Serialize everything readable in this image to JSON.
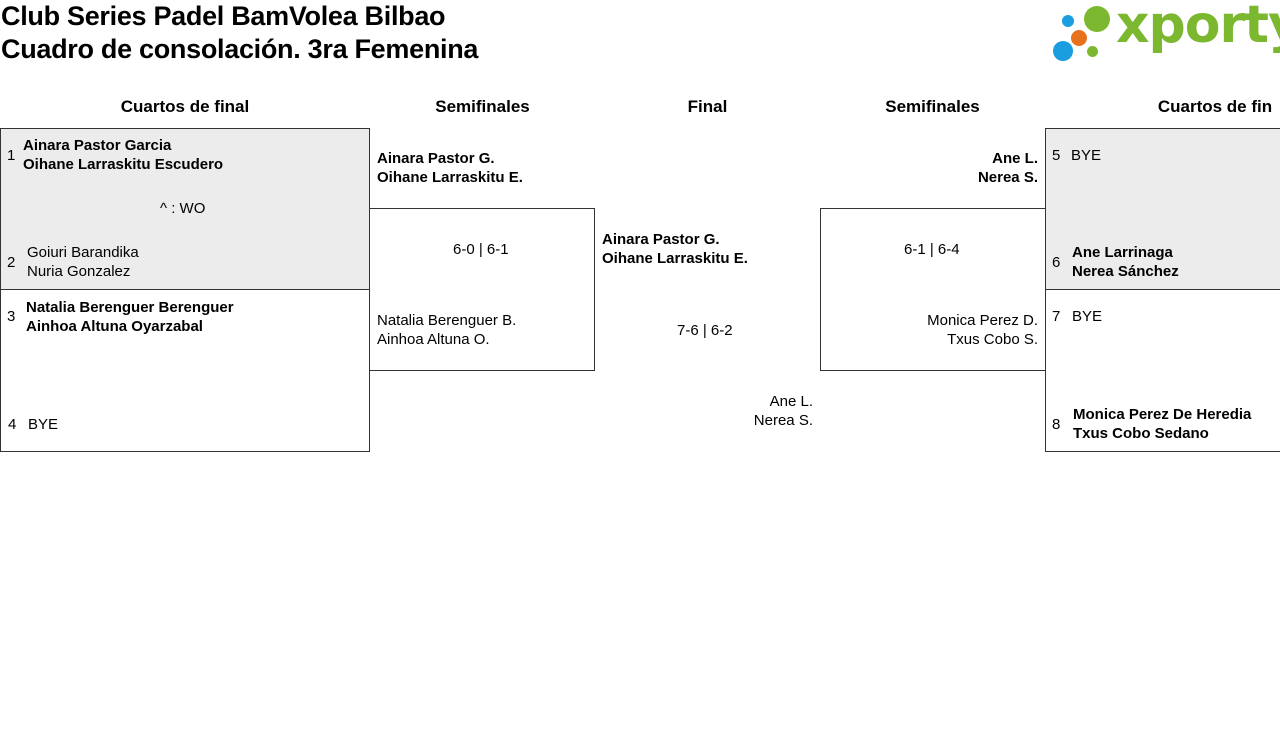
{
  "title": {
    "line1": "Club Series Padel BamVolea Bilbao",
    "line2": "Cuadro de consolación. 3ra Femenina"
  },
  "logo": {
    "text": "xporty",
    "colors": {
      "blue": "#1a9ee0",
      "orange": "#e8711c",
      "green": "#7cb82f"
    }
  },
  "headers": {
    "qf_left": "Cuartos de final",
    "sf_left": "Semifinales",
    "final": "Final",
    "sf_right": "Semifinales",
    "qf_right": "Cuartos de fin"
  },
  "left_qf": {
    "match1": {
      "seed_a": "1",
      "a1": "Ainara Pastor Garcia",
      "a2": "Oihane Larraskitu Escudero",
      "note": "^ : WO",
      "seed_b": "2",
      "b1": "Goiuri Barandika",
      "b2": "Nuria Gonzalez"
    },
    "match2": {
      "seed_a": "3",
      "a1": "Natalia Berenguer Berenguer",
      "a2": "Ainhoa Altuna Oyarzabal",
      "seed_b": "4",
      "b1": "BYE"
    }
  },
  "left_sf": {
    "top1": "Ainara Pastor G.",
    "top2": "Oihane Larraskitu E.",
    "score": "6-0 | 6-1",
    "bot1": "Natalia Berenguer B.",
    "bot2": "Ainhoa Altuna O."
  },
  "final": {
    "top1": "Ainara Pastor G.",
    "top2": "Oihane Larraskitu E.",
    "score": "7-6 | 6-2",
    "bot1": "Ane L.",
    "bot2": "Nerea S."
  },
  "right_sf": {
    "top1": "Ane L.",
    "top2": "Nerea S.",
    "score": "6-1 | 6-4",
    "bot1": "Monica Perez D.",
    "bot2": "Txus Cobo S."
  },
  "right_qf": {
    "match1": {
      "seed_a": "5",
      "a1": "BYE",
      "seed_b": "6",
      "b1": "Ane Larrinaga",
      "b2": "Nerea Sánchez"
    },
    "match2": {
      "seed_a": "7",
      "a1": "BYE",
      "seed_b": "8",
      "b1": "Monica Perez De Heredia",
      "b2": "Txus Cobo Sedano"
    }
  }
}
